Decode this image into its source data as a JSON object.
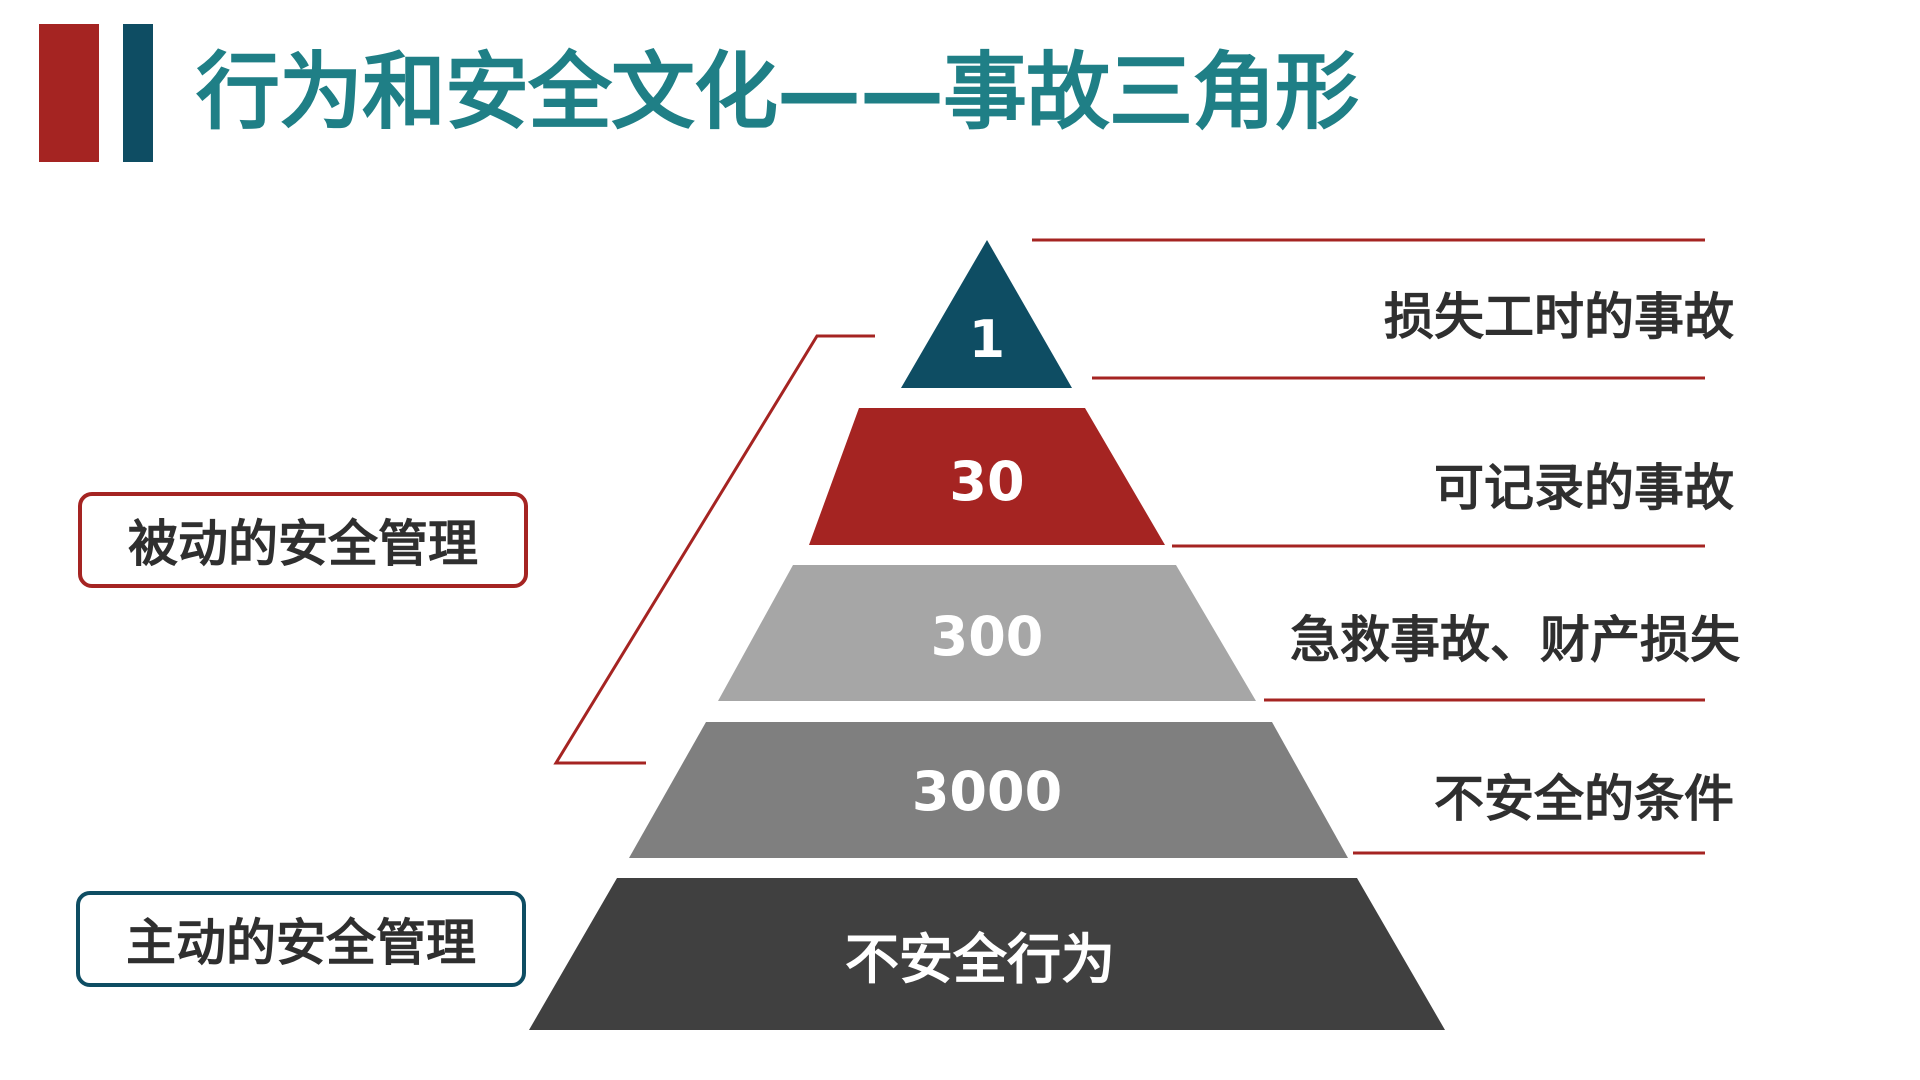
{
  "header": {
    "title": "行为和安全文化——事故三角形"
  },
  "colors": {
    "red": "#a52422",
    "teal": "#0e4d63",
    "title": "#1f7f86",
    "gray_light": "#a6a6a6",
    "gray_mid": "#7f7f7f",
    "gray_dark": "#404040"
  },
  "boxes": {
    "passive": "被动的安全管理",
    "active": "主动的安全管理"
  },
  "pyramid": [
    {
      "value": "1",
      "label": "损失工时的事故",
      "color": "#0e4d63"
    },
    {
      "value": "30",
      "label": "可记录的事故",
      "color": "#a52422"
    },
    {
      "value": "300",
      "label": "急救事故、财产损失",
      "color": "#a6a6a6"
    },
    {
      "value": "3000",
      "label": "不安全的条件",
      "color": "#7f7f7f"
    },
    {
      "value": "不安全行为",
      "label": "",
      "color": "#404040"
    }
  ]
}
